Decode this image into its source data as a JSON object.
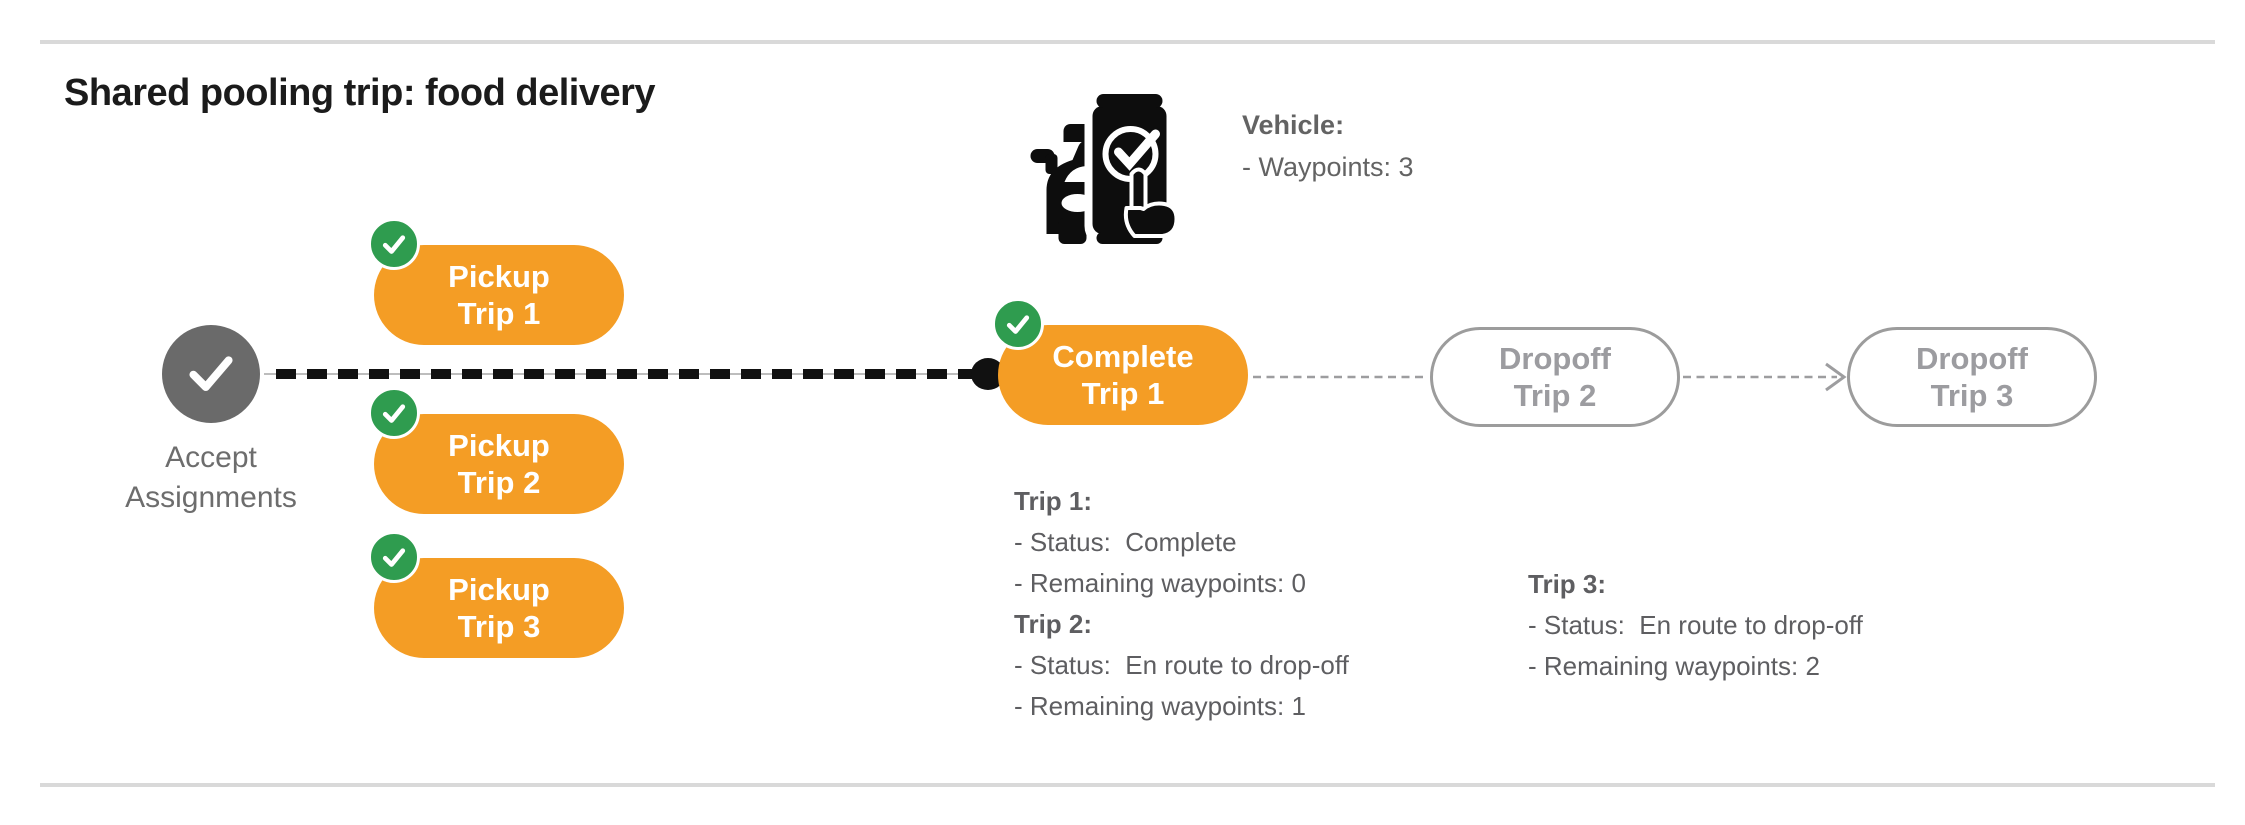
{
  "title": "Shared pooling trip: food delivery",
  "colors": {
    "orange": "#f49d25",
    "green": "#2f9c4f",
    "node_gray": "#6a6a6a",
    "line_black": "#111111",
    "muted_gray": "#9d9d9f"
  },
  "vehicle_info": {
    "heading": "Vehicle:",
    "waypoints": "- Waypoints: 3"
  },
  "start_node": {
    "line1": "Accept",
    "line2": "Assignments"
  },
  "nodes": {
    "pickup1": {
      "line1": "Pickup",
      "line2": "Trip 1",
      "state": "complete"
    },
    "pickup2": {
      "line1": "Pickup",
      "line2": "Trip 2",
      "state": "complete"
    },
    "pickup3": {
      "line1": "Pickup",
      "line2": "Trip 3",
      "state": "complete"
    },
    "complete1": {
      "line1": "Complete",
      "line2": "Trip 1",
      "state": "complete"
    },
    "dropoff2": {
      "line1": "Dropoff",
      "line2": "Trip 2",
      "state": "pending"
    },
    "dropoff3": {
      "line1": "Dropoff",
      "line2": "Trip 3",
      "state": "pending"
    }
  },
  "status_blocks": {
    "left": [
      {
        "heading": "Trip 1:",
        "lines": [
          "- Status:  Complete",
          "- Remaining waypoints: 0"
        ]
      },
      {
        "heading": "Trip 2:",
        "lines": [
          "- Status:  En route to drop-off",
          "- Remaining waypoints: 1"
        ]
      }
    ],
    "right": [
      {
        "heading": "Trip 3:",
        "lines": [
          "- Status:  En route to drop-off",
          "- Remaining waypoints: 2"
        ]
      }
    ]
  }
}
